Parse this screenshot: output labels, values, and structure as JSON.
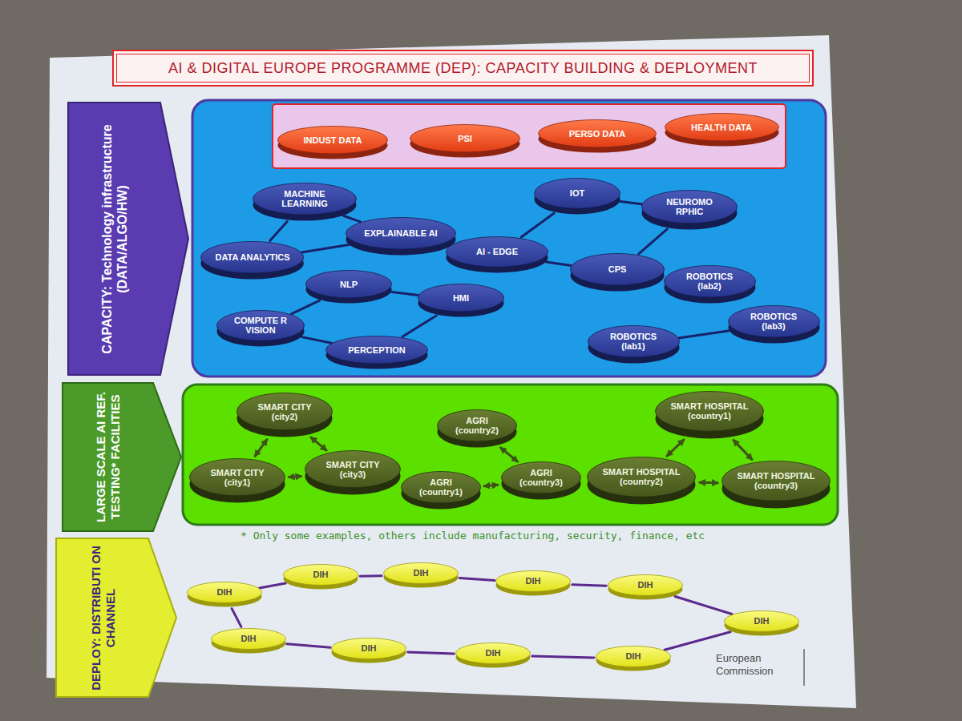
{
  "diagram": {
    "title": "AI & DIGITAL EUROPE PROGRAMME (DEP): CAPACITY BUILDING & DEPLOYMENT",
    "nodes": [
      {
        "text": [
          "CAPACITY: Technology infrastructure (DATA/ALGO/HW)"
        ]
      },
      {
        "text": [
          "INDUST DATA"
        ]
      },
      {
        "text": [
          "PSI"
        ]
      },
      {
        "text": [
          "PERSO DATA"
        ]
      },
      {
        "text": [
          "HEALTH DATA"
        ]
      },
      {
        "text": [
          "MACHINE LEARNING"
        ]
      },
      {
        "text": [
          "EXPLAINABLE AI"
        ]
      },
      {
        "text": [
          "DATA ANALYTICS"
        ]
      },
      {
        "text": [
          "IOT"
        ]
      },
      {
        "text": [
          "NEUROMO RPHIC"
        ]
      },
      {
        "text": [
          "AI - EDGE"
        ]
      },
      {
        "text": [
          "CPS"
        ]
      },
      {
        "text": [
          "NLP"
        ]
      },
      {
        "text": [
          "HMI"
        ]
      },
      {
        "text": [
          "ROBOTICS (lab2)"
        ]
      },
      {
        "text": [
          "COMPUTE R VISION"
        ]
      },
      {
        "text": [
          "PERCEPTION"
        ]
      },
      {
        "text": [
          "ROBOTICS (lab1)"
        ]
      },
      {
        "text": [
          "ROBOTICS (lab3)"
        ]
      },
      {
        "text": [
          "LARGE SCALE AI REF. TESTING* FACILITIES"
        ]
      },
      {
        "text": [
          "SMART CITY (city2)"
        ]
      },
      {
        "text": [
          "SMART CITY (city1)"
        ]
      },
      {
        "text": [
          "SMART CITY (city3)"
        ]
      },
      {
        "text": [
          "AGRI (country2)"
        ]
      },
      {
        "text": [
          "AGRI (country1)"
        ]
      },
      {
        "text": [
          "AGRI (country3)"
        ]
      },
      {
        "text": [
          "SMART HOSPITAL (country1)"
        ]
      },
      {
        "text": [
          "SMART HOSPITAL (country2)"
        ]
      },
      {
        "text": [
          "SMART HOSPITAL (country3)"
        ]
      },
      {
        "text": [
          "DEPLOY: DISTRIBUTI ON CHANNEL"
        ]
      },
      {
        "text": [
          "DIH"
        ]
      },
      {
        "text": [
          "DIH"
        ]
      },
      {
        "text": [
          "DIH"
        ]
      },
      {
        "text": [
          "DIH"
        ]
      },
      {
        "text": [
          "DIH"
        ]
      },
      {
        "text": [
          "DIH"
        ]
      },
      {
        "text": [
          "DIH"
        ]
      },
      {
        "text": [
          "DIH"
        ]
      },
      {
        "text": [
          "DIH"
        ]
      },
      {
        "text": [
          "DIH"
        ]
      }
    ],
    "edges": [
      {
        "from": 7,
        "to": 5,
        "arrow": "none"
      },
      {
        "from": 5,
        "to": 6,
        "arrow": "none"
      },
      {
        "from": 7,
        "to": 6,
        "arrow": "none"
      },
      {
        "from": 8,
        "to": 10,
        "arrow": "none"
      },
      {
        "from": 8,
        "to": 9,
        "arrow": "none"
      },
      {
        "from": 10,
        "to": 11,
        "arrow": "none"
      },
      {
        "from": 9,
        "to": 11,
        "arrow": "none"
      },
      {
        "from": 12,
        "to": 13,
        "arrow": "none"
      },
      {
        "from": 12,
        "to": 15,
        "arrow": "none"
      },
      {
        "from": 15,
        "to": 16,
        "arrow": "none"
      },
      {
        "from": 16,
        "to": 13,
        "arrow": "none"
      },
      {
        "from": 17,
        "to": 18,
        "arrow": "none"
      },
      {
        "from": 21,
        "to": 20,
        "arrow": "both"
      },
      {
        "from": 20,
        "to": 22,
        "arrow": "both"
      },
      {
        "from": 21,
        "to": 22,
        "arrow": "both"
      },
      {
        "from": 23,
        "to": 25,
        "arrow": "both"
      },
      {
        "from": 24,
        "to": 25,
        "arrow": "both"
      },
      {
        "from": 26,
        "to": 27,
        "arrow": "both"
      },
      {
        "from": 26,
        "to": 28,
        "arrow": "both"
      },
      {
        "from": 27,
        "to": 28,
        "arrow": "both"
      },
      {
        "from": 30,
        "to": 31,
        "arrow": "none"
      },
      {
        "from": 31,
        "to": 32,
        "arrow": "none"
      },
      {
        "from": 32,
        "to": 33,
        "arrow": "none"
      },
      {
        "from": 33,
        "to": 34,
        "arrow": "none"
      },
      {
        "from": 34,
        "to": 35,
        "arrow": "none"
      },
      {
        "from": 35,
        "to": 36,
        "arrow": "none"
      },
      {
        "from": 36,
        "to": 37,
        "arrow": "none"
      },
      {
        "from": 37,
        "to": 38,
        "arrow": "none"
      },
      {
        "from": 38,
        "to": 39,
        "arrow": "none"
      },
      {
        "from": 39,
        "to": 30,
        "arrow": "none"
      }
    ],
    "labels": [
      "* Only some examples, others include manufacturing, security, finance, etc",
      "European Commission"
    ]
  }
}
